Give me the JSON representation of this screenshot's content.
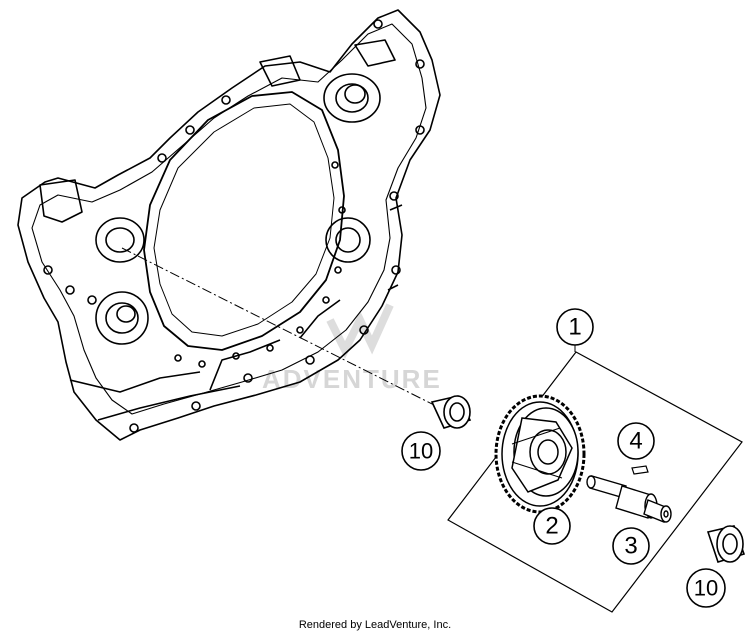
{
  "watermark": {
    "text": "ADVENTURE"
  },
  "callouts": [
    {
      "id": "1",
      "label": "1"
    },
    {
      "id": "2",
      "label": "2"
    },
    {
      "id": "3",
      "label": "3"
    },
    {
      "id": "4",
      "label": "4"
    },
    {
      "id": "10a",
      "label": "10"
    },
    {
      "id": "10b",
      "label": "10"
    }
  ],
  "footer": {
    "text": "Rendered by LeadVenture, Inc."
  }
}
